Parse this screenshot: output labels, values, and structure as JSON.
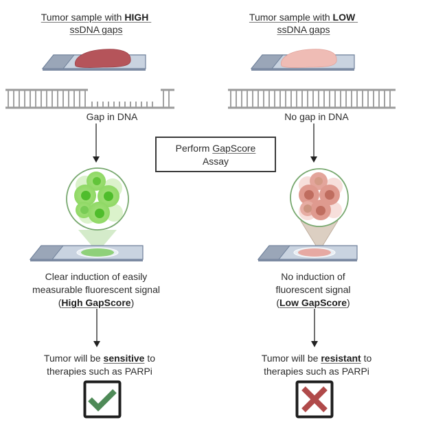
{
  "left": {
    "title_prefix": "Tumor sample with ",
    "title_bold": "HIGH",
    "title_line2": "ssDNA gaps",
    "dna_label": "Gap in DNA",
    "result_line1": "Clear induction of easily",
    "result_line2": "measurable fluorescent signal",
    "result_open": "(",
    "result_score": "High GapScore",
    "result_close": ")",
    "outcome_prefix": "Tumor will be ",
    "outcome_bold": "sensitive",
    "outcome_suffix": " to",
    "outcome_line2": "therapies such as PARPi",
    "icon": "check-icon",
    "tissue_color": "#b5545a",
    "signal_color": "#7fd35a",
    "icon_color": "#4e8a57"
  },
  "right": {
    "title_prefix": "Tumor sample with ",
    "title_bold": "LOW",
    "title_line2": "ssDNA gaps",
    "dna_label": "No gap in DNA",
    "result_line1": "No induction of",
    "result_line2": "fluorescent signal",
    "result_open": "(",
    "result_score": "Low GapScore",
    "result_close": ")",
    "outcome_prefix": "Tumor will be ",
    "outcome_bold": "resistant",
    "outcome_suffix": " to",
    "outcome_line2": "therapies such as PARPi",
    "icon": "x-icon",
    "tissue_color": "#efbcb5",
    "signal_color": "#d98a80",
    "icon_color": "#b04a4a"
  },
  "center": {
    "assay_prefix": "Perform ",
    "assay_underlined": "GapScore",
    "assay_line2": "Assay"
  }
}
